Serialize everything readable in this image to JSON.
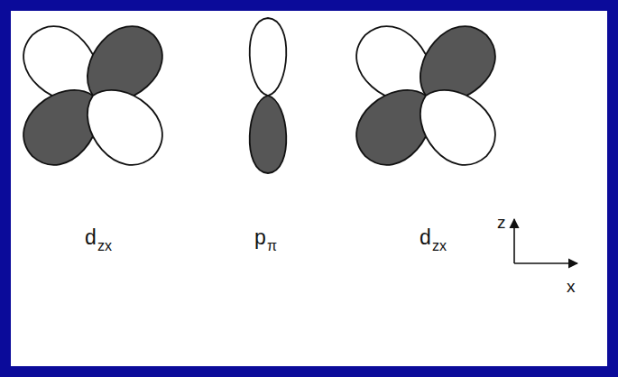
{
  "diagram": {
    "labels": [
      "d",
      "zx",
      "p",
      "π",
      "d",
      "zx",
      "z",
      "x"
    ]
  }
}
